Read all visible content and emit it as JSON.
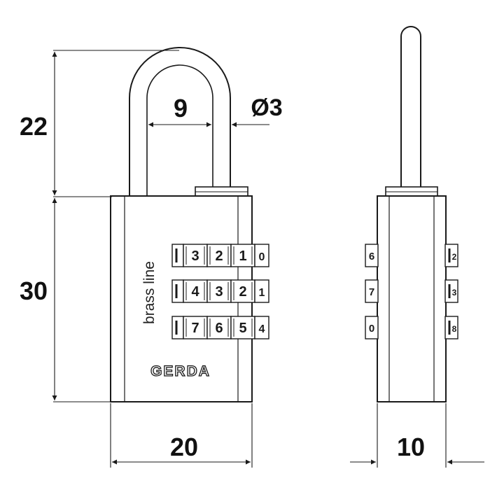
{
  "dimensions": {
    "shackle_height": "22",
    "body_height": "30",
    "shackle_inner_width": "9",
    "shackle_diameter": "Ø3",
    "body_width": "20",
    "body_depth": "10"
  },
  "brand": "GERDA",
  "series_label": "brass line",
  "dials": [
    [
      "3",
      "2",
      "1",
      "0"
    ],
    [
      "4",
      "3",
      "2",
      "1"
    ],
    [
      "7",
      "6",
      "5",
      "4"
    ]
  ],
  "side_view": {
    "left_digits": [
      "6",
      "7",
      "0"
    ],
    "right_digits": [
      "2",
      "3",
      "8"
    ]
  },
  "colors": {
    "line": "#1a1a1a",
    "background": "#ffffff"
  }
}
